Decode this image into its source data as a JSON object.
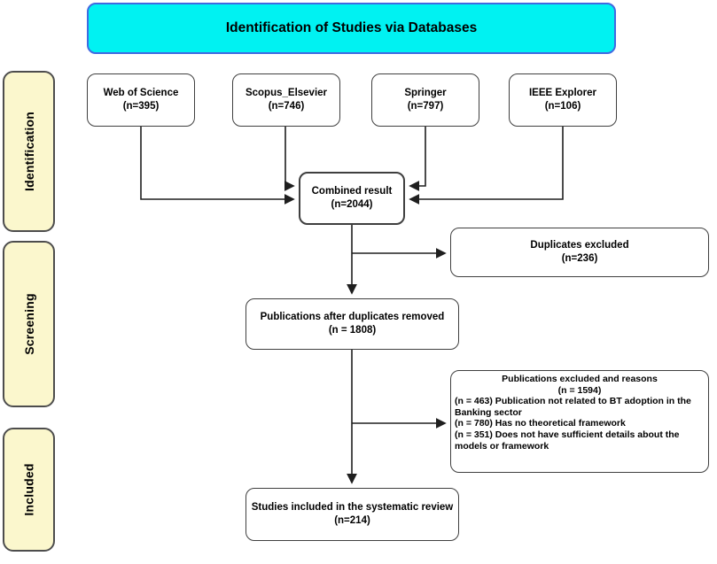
{
  "header": {
    "title": "Identification of Studies via Databases"
  },
  "stages": [
    {
      "label": "Identification"
    },
    {
      "label": "Screening"
    },
    {
      "label": "Included"
    }
  ],
  "sources": [
    {
      "name": "Web of Science",
      "count": "(n=395)"
    },
    {
      "name": "Scopus_Elsevier",
      "count": "(n=746)"
    },
    {
      "name": "Springer",
      "count": "(n=797)"
    },
    {
      "name": "IEEE Explorer",
      "count": "(n=106)"
    }
  ],
  "combined": {
    "line1": "Combined result",
    "line2": "(n=2044)"
  },
  "duplicates_excluded": {
    "line1": "Duplicates excluded",
    "line2": "(n=236)"
  },
  "after_duplicates": {
    "line1": "Publications after duplicates removed",
    "line2": "(n = 1808)"
  },
  "excluded_reasons": {
    "title": "Publications excluded and reasons",
    "count": "(n = 1594)",
    "reasons": [
      "(n = 463) Publication not related to BT adoption in the Banking sector",
      "(n = 780) Has no theoretical framework",
      "(n = 351) Does not have sufficient details about the models or framework"
    ]
  },
  "included_studies": {
    "line1": "Studies included in the systematic review",
    "line2": "(n=214)"
  },
  "colors": {
    "header_fill": "#00F2F2",
    "header_border": "#4169E1",
    "stage_fill": "#FBF7CD",
    "stage_border": "#4D4D4D",
    "box_border": "#3F3F3F",
    "connector": "#1F1F1F"
  }
}
